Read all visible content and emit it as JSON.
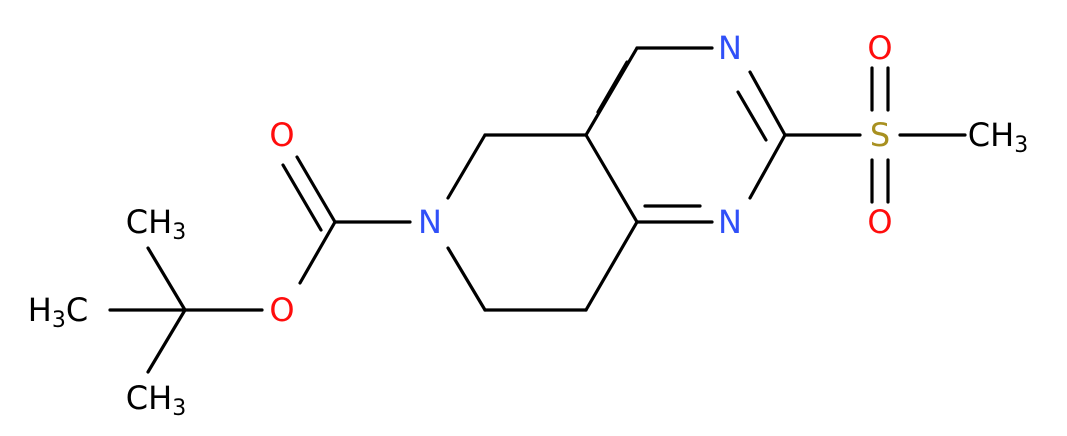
{
  "molecule": {
    "colors": {
      "bond": "#000000",
      "carbon_label": "#000000",
      "nitrogen": "#3050F8",
      "oxygen": "#FF0D0D",
      "sulfur": "#A89020"
    },
    "labels": {
      "n_ring_top": "N",
      "n_ring_bottom": "N",
      "n_amide": "N",
      "o_carbonyl": "O",
      "o_ester": "O",
      "o_sulfonyl_top": "O",
      "o_sulfonyl_bottom": "O",
      "s_sulfonyl": "S",
      "ch3_sulfonyl": {
        "main": "CH",
        "sub": "3"
      },
      "ch3_top": {
        "main": "CH",
        "sub": "3"
      },
      "ch3_left": {
        "prefix": "H",
        "sub": "3",
        "main": "C"
      },
      "ch3_bottom": {
        "main": "CH",
        "sub": "3"
      }
    }
  }
}
